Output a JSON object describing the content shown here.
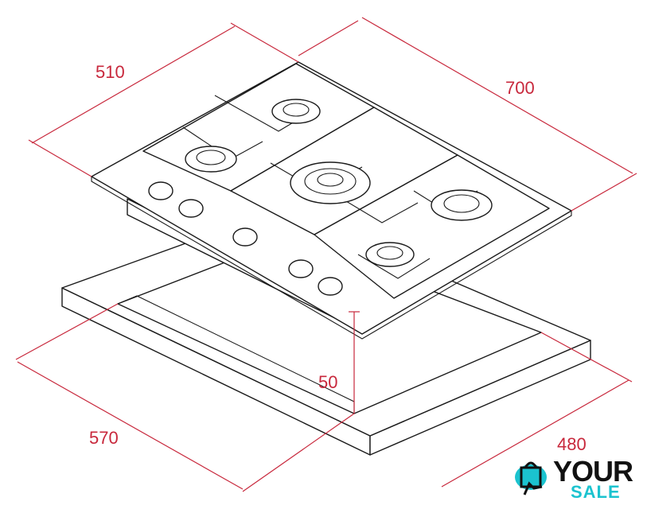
{
  "dimensions": {
    "hob_depth": "510",
    "hob_width": "700",
    "cutout_width": "570",
    "cutout_depth": "480",
    "hob_height": "50"
  },
  "logo": {
    "line1": "YOUR",
    "line2": "SALE"
  },
  "colors": {
    "dimension": "#c8283c",
    "outline": "#1a1a1a",
    "logo_accent": "#1bc3cf"
  }
}
